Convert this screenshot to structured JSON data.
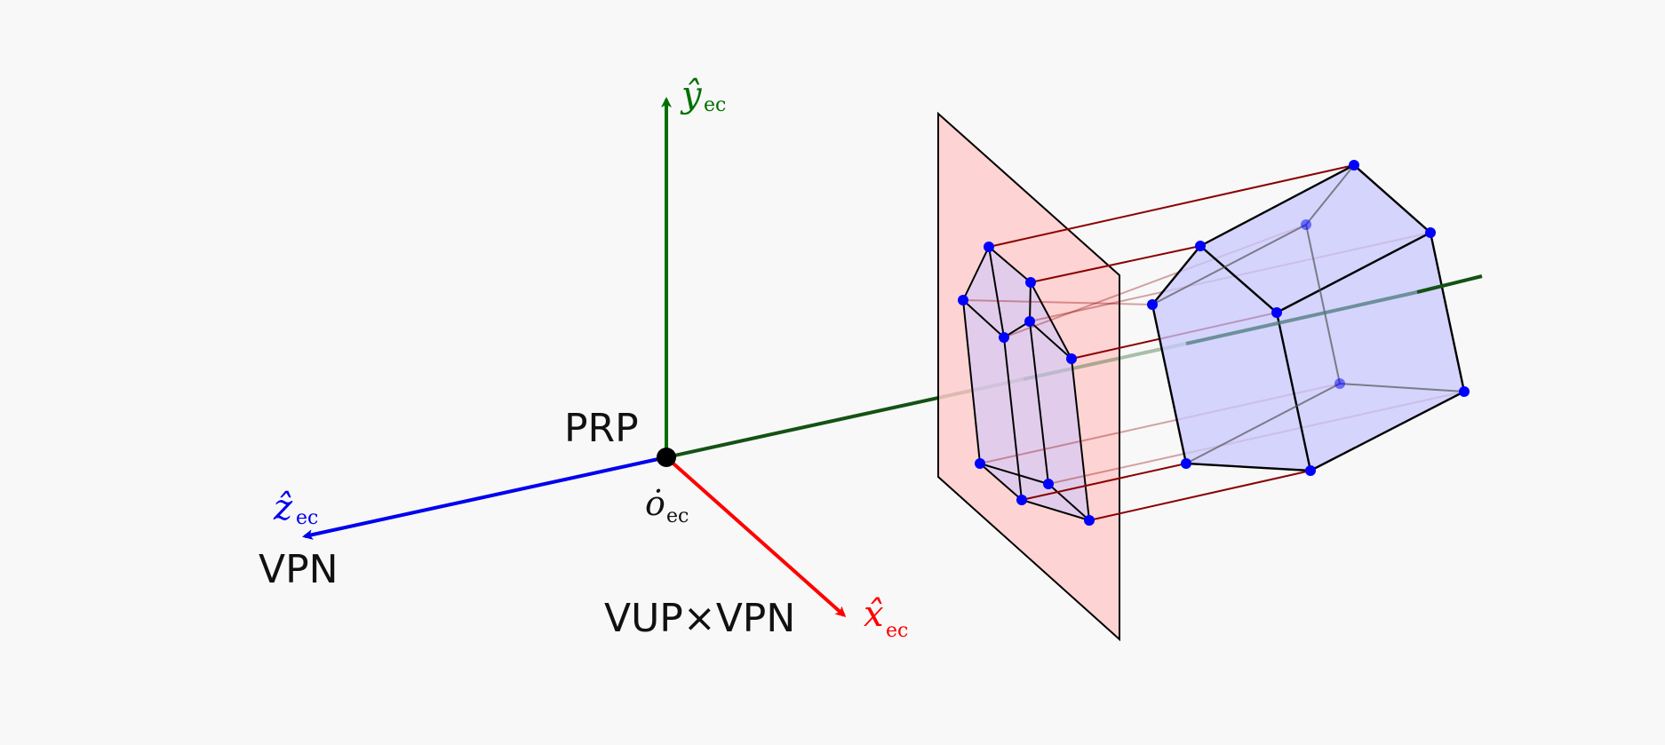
{
  "labels": {
    "prp": "PRP",
    "vpn": "VPN",
    "vup_x_vpn": "VUP×VPN",
    "y_axis": "ŷ",
    "z_axis": "ẑ",
    "x_axis": "x̂",
    "origin": "ȯ",
    "subscript": "ec"
  },
  "colors": {
    "background": "#f8f8f8",
    "y_axis": "#007000",
    "z_axis": "#0000ee",
    "x_axis": "#ff0000",
    "view_direction": "#145214",
    "view_plane": "#ffcccc",
    "house_fill": "#c8c8ff",
    "vertex": "#0000ff",
    "projector": "#8b0000",
    "edge": "#000000"
  }
}
